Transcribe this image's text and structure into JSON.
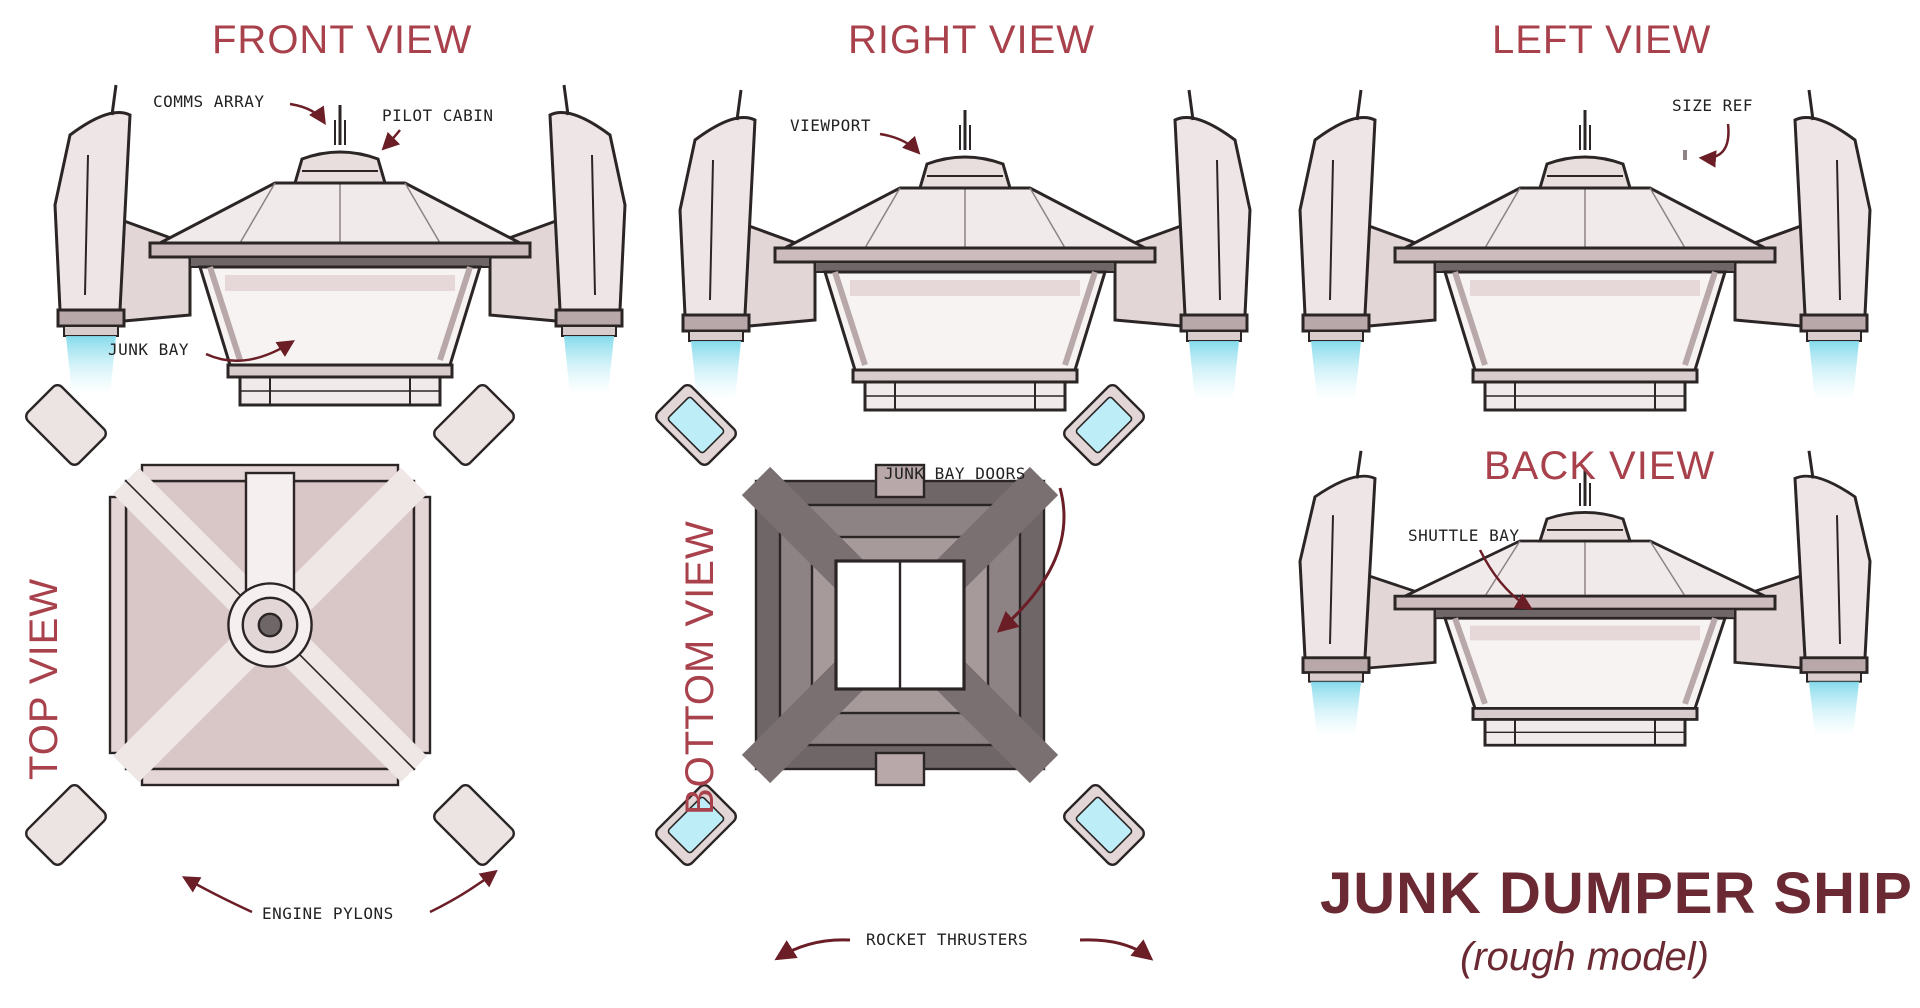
{
  "views": {
    "front": "FRONT VIEW",
    "right": "RIGHT VIEW",
    "left": "LEFT VIEW",
    "back": "BACK VIEW",
    "top": "TOP VIEW",
    "bottom": "BOTTOM VIEW"
  },
  "callouts": {
    "comms_array": "COMMS ARRAY",
    "pilot_cabin": "PILOT CABIN",
    "junk_bay": "JUNK BAY",
    "viewport": "VIEWPORT",
    "size_ref": "SIZE REF",
    "junk_bay_doors": "JUNK BAY DOORS",
    "shuttle_bay": "SHUTTLE BAY",
    "engine_pylons": "ENGINE PYLONS",
    "rocket_thrusters": "ROCKET THRUSTERS"
  },
  "title": {
    "main": "JUNK DUMPER SHIP",
    "subtitle": "(rough model)"
  },
  "colors": {
    "title_red": "#a8414b",
    "title_dark": "#6b2a33",
    "hull_light": "#e9e0e0",
    "hull_mid": "#c9b7b8",
    "hull_dark": "#8d8384",
    "outline": "#2b2526",
    "thrust_glow": "#9fe3f0",
    "arrow": "#6b1e26"
  }
}
